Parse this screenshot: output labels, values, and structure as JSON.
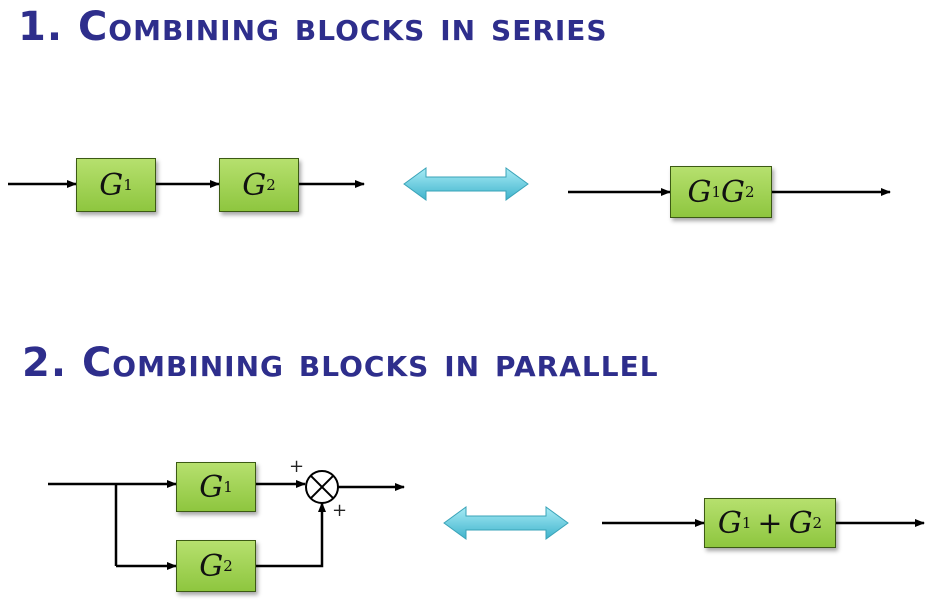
{
  "section1": {
    "heading": "1. Combining blocks in series"
  },
  "section2": {
    "heading": "2. Combining blocks in parallel"
  },
  "blocks": {
    "s_g1": {
      "symbol": "G",
      "sub": "1"
    },
    "s_g2": {
      "symbol": "G",
      "sub": "2"
    },
    "s_prod": {
      "a": "G",
      "a_sub": "1",
      "b": "G",
      "b_sub": "2"
    },
    "p_g1": {
      "symbol": "G",
      "sub": "1"
    },
    "p_g2": {
      "symbol": "G",
      "sub": "2"
    },
    "p_sum": {
      "a": "G",
      "a_sub": "1",
      "op": "+",
      "b": "G",
      "b_sub": "2"
    }
  },
  "summing_junction": {
    "top_sign": "+",
    "bottom_sign": "+"
  },
  "colors": {
    "heading": "#2e2e8c",
    "block_fill": "#9fd155",
    "block_border": "#3c5a14",
    "equivalence_arrow": "#5fc4d8",
    "signal_line": "#000000"
  },
  "icons": {
    "equivalence": "double-headed-arrow-icon",
    "junction": "summing-junction-icon"
  }
}
